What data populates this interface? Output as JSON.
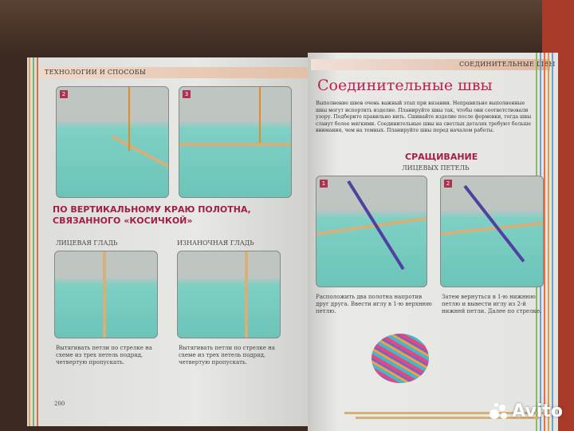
{
  "left_page": {
    "header": "ТЕХНОЛОГИИ И СПОСОБЫ",
    "photo_numbers": [
      "2",
      "3"
    ],
    "section_heading": "ПО ВЕРТИКАЛЬНОМУ КРАЮ ПОЛОТНА, СВЯЗАННОГО «КОСИЧКОЙ»",
    "sub_left": "ЛИЦЕВАЯ ГЛАДЬ",
    "sub_right": "ИЗНАНОЧНАЯ ГЛАДЬ",
    "caption_left": "Вытягивать петли по стрелке на схеме из трех петель подряд, четвертую пропускать.",
    "caption_right": "Вытягивать петли по стрелке на схеме из трех петель подряд, четвертую пропускать.",
    "page_number": "200"
  },
  "right_page": {
    "header": "СОЕДИНИТЕЛЬНЫЕ ШВЫ",
    "title": "Соединительные швы",
    "intro": "Выполнение швов очень важный этап при вязании. Неправильно выполненные швы могут испортить изделие. Планируйте швы так, чтобы они соответствовали узору. Подберите правильно нить. Сшивайте изделие после формовки, тогда швы станут более мягкими. Соединительные швы на светлых деталях требуют больше внимания, чем на темных. Планируйте швы перед началом работы.",
    "section_heading": "СРАЩИВАНИЕ",
    "section_sub": "ЛИЦЕВЫХ ПЕТЕЛЬ",
    "photo_numbers": [
      "1",
      "2"
    ],
    "caption_left": "Расположить два полотна напротив друг друга. Ввести иглу в 1-ю верхнюю петлю.",
    "caption_right": "Затем вернуться в 1-ю нижнюю петлю и вывести иглу из 2-й нижней петли. Далее по стрелке."
  },
  "watermark": "Avito",
  "colors": {
    "accent": "#c02050",
    "yarn": "#e88a20",
    "knit": "#6cc4b8"
  }
}
